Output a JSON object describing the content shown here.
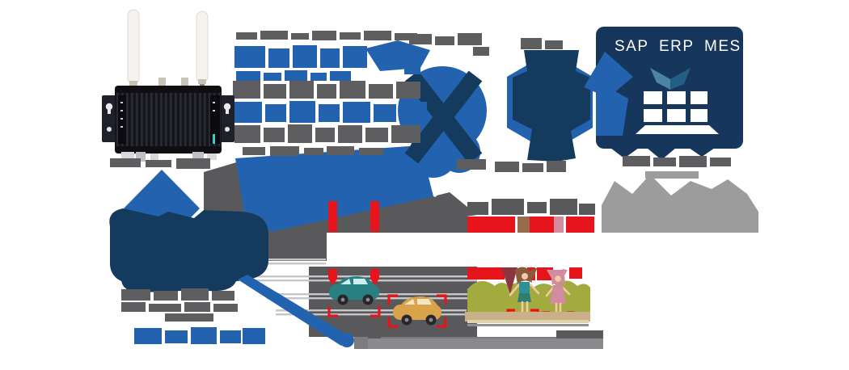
{
  "diagram": {
    "enterprise_card": {
      "labels": [
        "SAP",
        "ERP",
        "MES"
      ]
    },
    "colors": {
      "blue": "#2362ae",
      "navy": "#143a5e",
      "card_navy": "#16365c",
      "gray": "#5e5e60",
      "light_gray": "#9c9c9c",
      "road_gray": "#59595b",
      "rail_gray": "#c6c6c9",
      "caption_gray": "#8a8a8c",
      "red": "#e8141c",
      "maroon": "#8e3440",
      "green": "#a4ab3e",
      "tan": "#c9b089",
      "tan_light": "#dfd3ae",
      "teal_car": "#2a7f83",
      "teal_window": "#cdeef0",
      "orange_car": "#d9a34c",
      "orange_window": "#f3e6c4",
      "shield_light": "#4a86a4",
      "shield_dark": "#235e84",
      "skin": "#f2cba6",
      "hair_brown": "#8a5a3c",
      "pink": "#d18ca0",
      "teal_top": "#2e8f96",
      "teal_skirt": "#2e7d6e",
      "wheel": "#27272b"
    },
    "icons": {
      "edge_computer": "rugged-fanless-pc-with-antennas-photo",
      "ai_processing": "blue-round-badge-with-navy-x-mark",
      "machine": "blue-hexagon-with-navy-machine-silhouette",
      "enterprise_building": "navy-card-with-white-window-grid-building",
      "shield": "two-tone-teal-shield",
      "cloud": "light-gray-cloud-silhouette",
      "cctv_camera": "navy-camera-silhouette-on-blue-diamond",
      "detection_marker": "red-corner-brackets-and-dashed-beams",
      "cars": "teal-sedan-and-orange-sedan",
      "pedestrians": "two-women-on-green-verge"
    }
  }
}
